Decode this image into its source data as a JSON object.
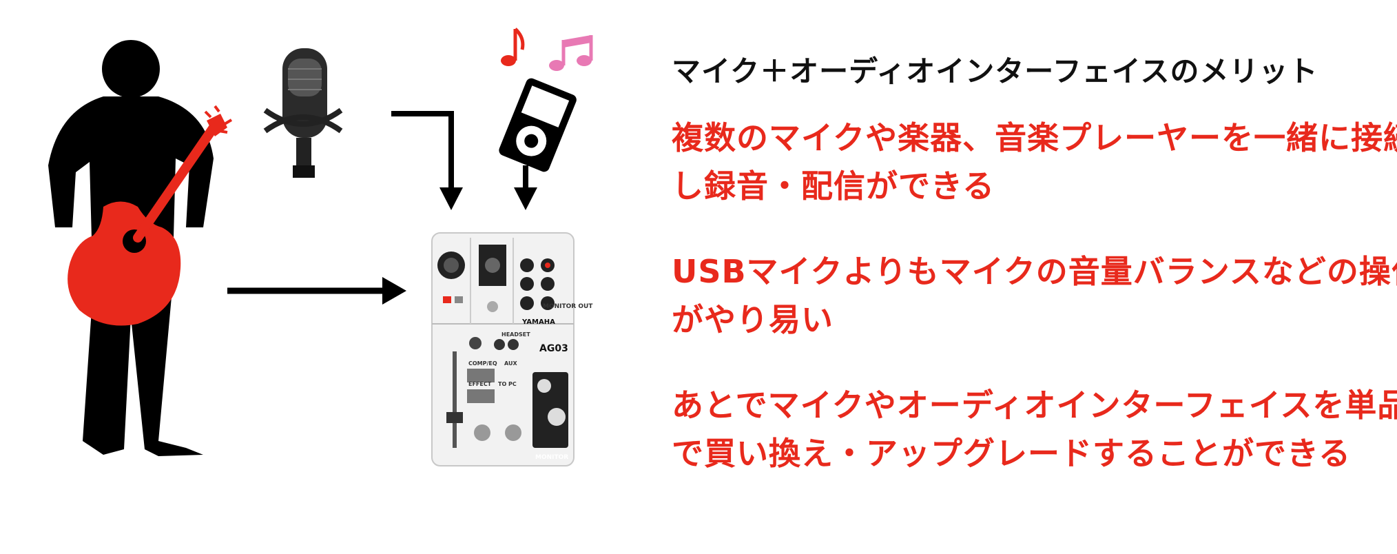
{
  "heading": "マイク＋オーディオインターフェイスのメリット",
  "points": [
    {
      "line1": "複数のマイクや楽器、音楽プレーヤーを一緒に接続",
      "line2": "し録音・配信ができる"
    },
    {
      "line1": "USBマイクよりもマイクの音量バランスなどの操作",
      "line2": "がやり易い"
    },
    {
      "line1": "あとでマイクやオーディオインターフェイスを単品",
      "line2": "で買い換え・アップグレードすることができる"
    }
  ],
  "mixer": {
    "brand": "YAMAHA",
    "model": "AG03",
    "monitor_out": "MONITOR OUT",
    "monitor": "MONITOR",
    "headset": "HEADSET",
    "comp_eq": "COMP/EQ",
    "effect": "EFFECT",
    "to_pc": "TO PC",
    "aux": "AUX"
  },
  "colors": {
    "accent": "#e8291c",
    "text": "#111111",
    "note_red": "#e8291c",
    "note_pink": "#e879b4"
  },
  "icons": [
    "guitarist-silhouette",
    "microphone-icon",
    "music-note-icon",
    "music-player-icon",
    "arrow-icon",
    "mixer-image"
  ]
}
